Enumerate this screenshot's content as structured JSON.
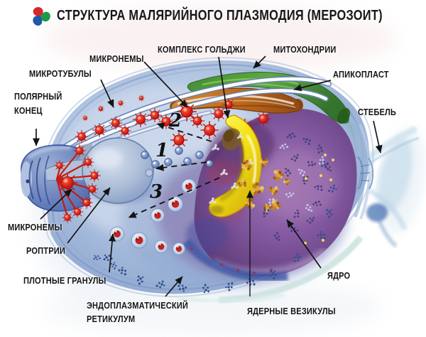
{
  "header": {
    "title": "СТРУКТУРА МАЛЯРИЙНОГО ПЛАЗМОДИЯ (МЕРОЗОИТ)"
  },
  "logo": {
    "name": "trefoil-swirl-logo",
    "petal_colors": [
      "#d8262c",
      "#1d9a45",
      "#2158a8"
    ]
  },
  "labels": {
    "micronemes_top": "МИКРОНЕМЫ",
    "microtubules": "МИКРОТУБУЛЫ",
    "polar_end": [
      "ПОЛЯРНЫЙ",
      "КОНЕЦ"
    ],
    "golgi_complex": "КОМПЛЕКС ГОЛЬДЖИ",
    "mitochondria": "МИТОХОНДРИИ",
    "apicoplast": "АПИКОПЛАСТ",
    "stalk": "СТЕБЕЛЬ",
    "micronemes_left": "МИКРОНЕМЫ",
    "rhoptries": "РОПТРИИ",
    "dense_granules": "ПЛОТНЫЕ ГРАНУЛЫ",
    "endoplasmic_reticulum": [
      "ЭНДОПЛАЗМАТИЧЕСКИЙ",
      "РЕТИКУЛУМ"
    ],
    "nucleus": "ЯДРО",
    "nuclear_vesicles": "ЯДЕРНЫЕ ВЕЗИКУЛЫ"
  },
  "pathway_markers": {
    "n1": "1",
    "n2": "2",
    "n3": "3"
  },
  "colors": {
    "background": "#ffffff",
    "label_text": "#141414",
    "cell_body": "#aabfde",
    "nucleus": "#7b519c",
    "golgi": "#f2de18",
    "mitochondria": "#4d9a34",
    "apicoplast": "#c06a1c",
    "micronemes": "#e03022",
    "vesicles": "#6d89c4",
    "dense_granule_core": "#c22424"
  }
}
